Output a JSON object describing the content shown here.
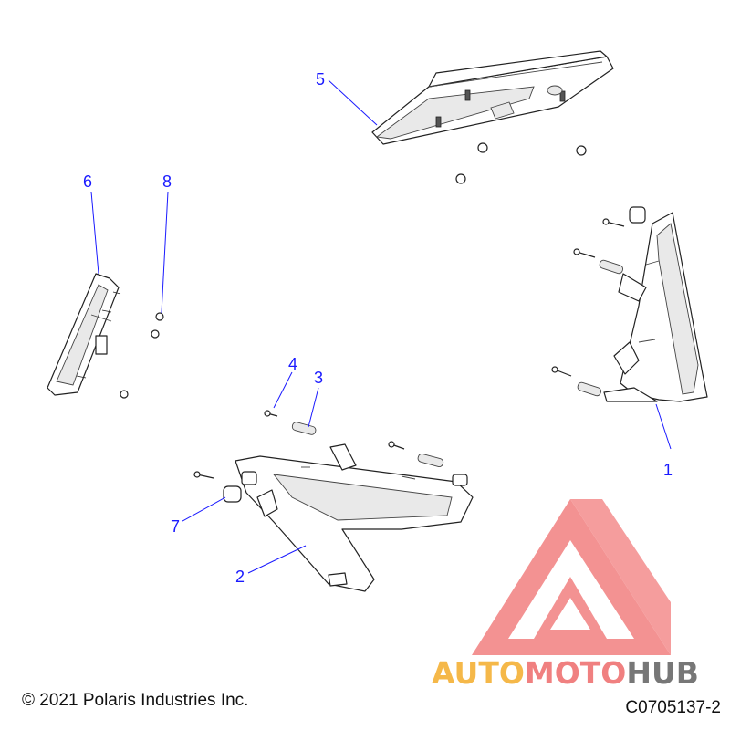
{
  "callouts": [
    "1",
    "2",
    "3",
    "4",
    "5",
    "6",
    "7",
    "8"
  ],
  "footer": {
    "copyright": "© 2021 Polaris Industries Inc.",
    "figure_code": "C0705137-2"
  },
  "watermark": {
    "brand_text": "AUTOMOTOHUB",
    "part1": "AUTO",
    "part2": "MOTO",
    "part3": "HUB",
    "colors": {
      "logo": "#f07878",
      "auto": "#f5b849",
      "moto": "#f08080",
      "hub": "#777777"
    }
  }
}
